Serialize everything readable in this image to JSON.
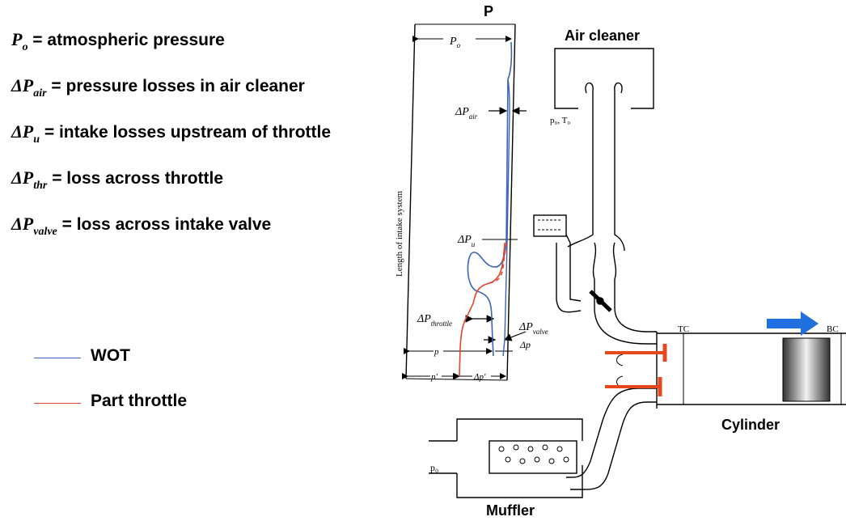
{
  "definitions": [
    {
      "symbol": "P",
      "sub": "o",
      "text": "= atmospheric pressure"
    },
    {
      "symbol": "ΔP",
      "sub": "air",
      "text": "= pressure losses in air cleaner"
    },
    {
      "symbol": "ΔP",
      "sub": "u",
      "text": "= intake losses upstream of throttle"
    },
    {
      "symbol": "ΔP",
      "sub": "thr",
      "text": "= loss across throttle"
    },
    {
      "symbol": "ΔP",
      "sub": "valve",
      "text": "= loss across intake valve"
    }
  ],
  "legend": [
    {
      "label": "WOT",
      "color": "#3a63b8"
    },
    {
      "label": "Part throttle",
      "color": "#e2452b"
    }
  ],
  "graph": {
    "top_label": "P",
    "po_label": "P",
    "po_sub": "o",
    "y_axis_label": "Length of intake system",
    "dp_air": "ΔP",
    "dp_air_sub": "air",
    "dp_u": "ΔP",
    "dp_u_sub": "u",
    "dp_throttle": "ΔP",
    "dp_throttle_sub": "throttle",
    "dp_valve": "ΔP",
    "dp_valve_sub": "valve",
    "p_label": "p",
    "dp_label": "Δp",
    "p_prime_label": "p'",
    "dp_prime_label": "Δp'"
  },
  "engine": {
    "air_cleaner": "Air cleaner",
    "cylinder": "Cylinder",
    "muffler": "Muffler",
    "p0_t0": "p₀, T₀",
    "p0": "p₀",
    "tc": "TC",
    "bc": "BC"
  },
  "colors": {
    "wot": "#3a63b8",
    "part": "#e2452b",
    "valve": "#e8461e",
    "arrow": "#1f6fe0"
  }
}
